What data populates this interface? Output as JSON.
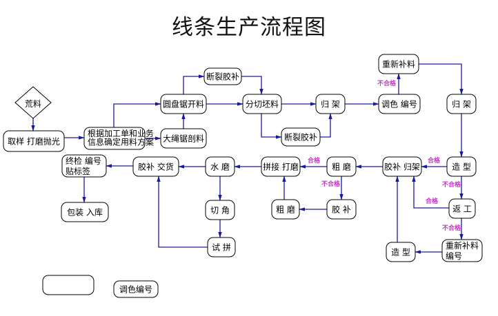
{
  "title": "线条生产流程图",
  "colors": {
    "edge": "#1a1aa0",
    "label": "#cc33cc",
    "node_border": "#000000"
  },
  "nodes": [
    {
      "id": "raw",
      "shape": "diamond",
      "lines": [
        "荒料"
      ]
    },
    {
      "id": "sample",
      "lines": [
        "取样 打磨抛光"
      ]
    },
    {
      "id": "plan",
      "lines": [
        "根据加工单和业务",
        "信息确定用料方案"
      ]
    },
    {
      "id": "circ_saw",
      "lines": [
        "圆盘锯开料"
      ]
    },
    {
      "id": "rope_saw",
      "lines": [
        "大绳锯剖料"
      ]
    },
    {
      "id": "patch1",
      "lines": [
        "断裂胶补"
      ]
    },
    {
      "id": "cut_blank",
      "lines": [
        "分切坯料"
      ]
    },
    {
      "id": "patch2",
      "lines": [
        "断裂胶补"
      ]
    },
    {
      "id": "rack1",
      "lines": [
        "归 架"
      ]
    },
    {
      "id": "color1",
      "lines": [
        "调色 编号"
      ]
    },
    {
      "id": "refill1",
      "lines": [
        "重新补料"
      ]
    },
    {
      "id": "rack2",
      "lines": [
        "归 架"
      ]
    },
    {
      "id": "shape1",
      "lines": [
        "造 型"
      ]
    },
    {
      "id": "rework",
      "lines": [
        "返 工"
      ]
    },
    {
      "id": "refill2",
      "lines": [
        "重新补料",
        "编号"
      ]
    },
    {
      "id": "shape2",
      "lines": [
        "造 型"
      ]
    },
    {
      "id": "glue_rack",
      "lines": [
        "胶补 归架"
      ]
    },
    {
      "id": "rough1",
      "lines": [
        "粗 磨"
      ]
    },
    {
      "id": "glue",
      "lines": [
        "胶 补"
      ]
    },
    {
      "id": "rough2",
      "lines": [
        "粗 磨"
      ]
    },
    {
      "id": "splice",
      "lines": [
        "拼接 打磨"
      ]
    },
    {
      "id": "water",
      "lines": [
        "水 磨"
      ]
    },
    {
      "id": "corner",
      "lines": [
        "切 角"
      ]
    },
    {
      "id": "trial",
      "lines": [
        "试 拼"
      ]
    },
    {
      "id": "deliver",
      "lines": [
        "胶补 交货"
      ]
    },
    {
      "id": "inspect",
      "lines": [
        "终检 编号",
        "贴标签"
      ]
    },
    {
      "id": "pack",
      "lines": [
        "包装 入库"
      ]
    },
    {
      "id": "stray1",
      "lines": [
        ""
      ]
    },
    {
      "id": "stray2",
      "lines": [
        "调色编号"
      ]
    }
  ],
  "edge_labels": {
    "fail": "不合格",
    "pass": "合格"
  }
}
